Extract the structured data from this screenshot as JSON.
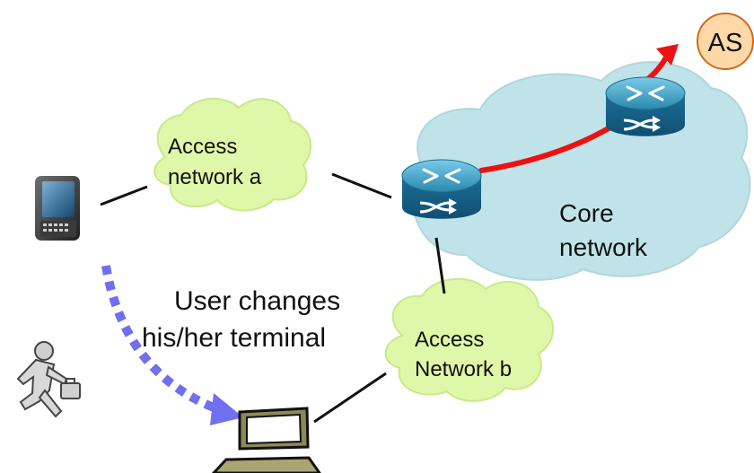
{
  "labels": {
    "access_a_line1": "Access",
    "access_a_line2": "network a",
    "access_b_line1": "Access",
    "access_b_line2": "Network b",
    "core_line1": "Core",
    "core_line2": "network",
    "as_label": "AS",
    "user_change_line1": "User changes",
    "user_change_line2": "his/her terminal"
  },
  "colors": {
    "cloud_green": "#dff7a8",
    "core_cloud": "#bfe3e8",
    "router_blue": "#2b8fb3",
    "red_link": "#ee1111",
    "dashed_arrow": "#6f6ff0",
    "as_fill": "#ffd8a8",
    "as_stroke": "#d06a1b"
  },
  "icons": {
    "phone": "smartphone-icon",
    "laptop": "laptop-icon",
    "runner": "running-businessman-icon",
    "router": "router-icon",
    "server": "application-server-node"
  }
}
